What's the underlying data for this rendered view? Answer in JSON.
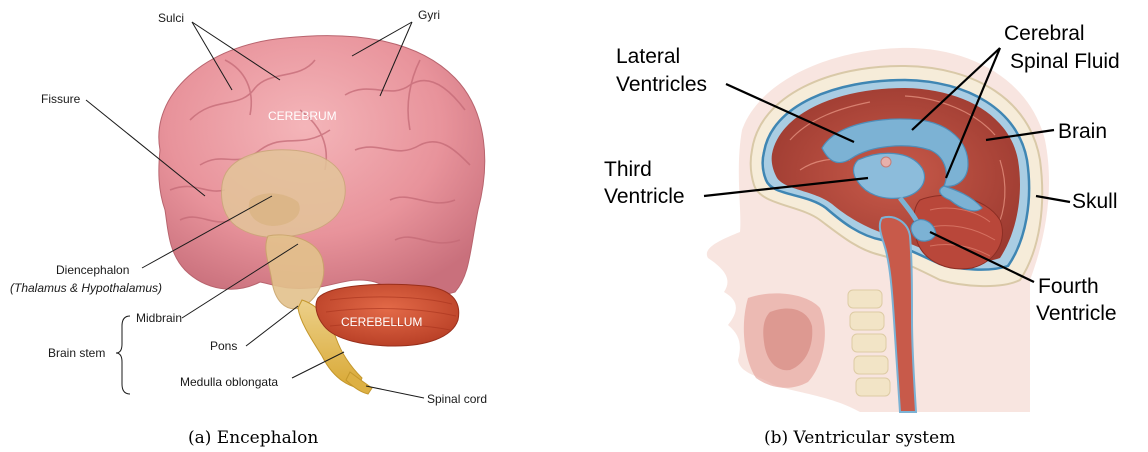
{
  "panel_a": {
    "labels": {
      "sulci": "Sulci",
      "gyri": "Gyri",
      "fissure": "Fissure",
      "cerebrum": "CEREBRUM",
      "diencephalon": "Diencephalon",
      "diencephalon_sub": "(Thalamus & Hypothalamus)",
      "midbrain": "Midbrain",
      "brain_stem": "Brain stem",
      "pons": "Pons",
      "cerebellum": "CEREBELLUM",
      "medulla": "Medulla oblongata",
      "spinal_cord": "Spinal cord"
    },
    "caption": "(a) Encephalon"
  },
  "panel_b": {
    "labels": {
      "lateral_1": "Lateral",
      "lateral_2": "Ventricles",
      "csf_1": "Cerebral",
      "csf_2": "Spinal Fluid",
      "brain": "Brain",
      "third_1": "Third",
      "third_2": "Ventricle",
      "skull": "Skull",
      "fourth_1": "Fourth",
      "fourth_2": "Ventricle"
    },
    "caption": "(b) Ventricular system"
  },
  "colors": {
    "brain_pink": "#e8939b",
    "brain_shadow": "#c9707c",
    "diencephalon_tan": "#e3c59a",
    "cerebellum_red": "#cc4a30",
    "brainstem_gold": "#e4be52",
    "ventricle_blue": "#7cb2d4",
    "brain_tissue": "#b3473c",
    "skin": "#f3c8c0"
  }
}
